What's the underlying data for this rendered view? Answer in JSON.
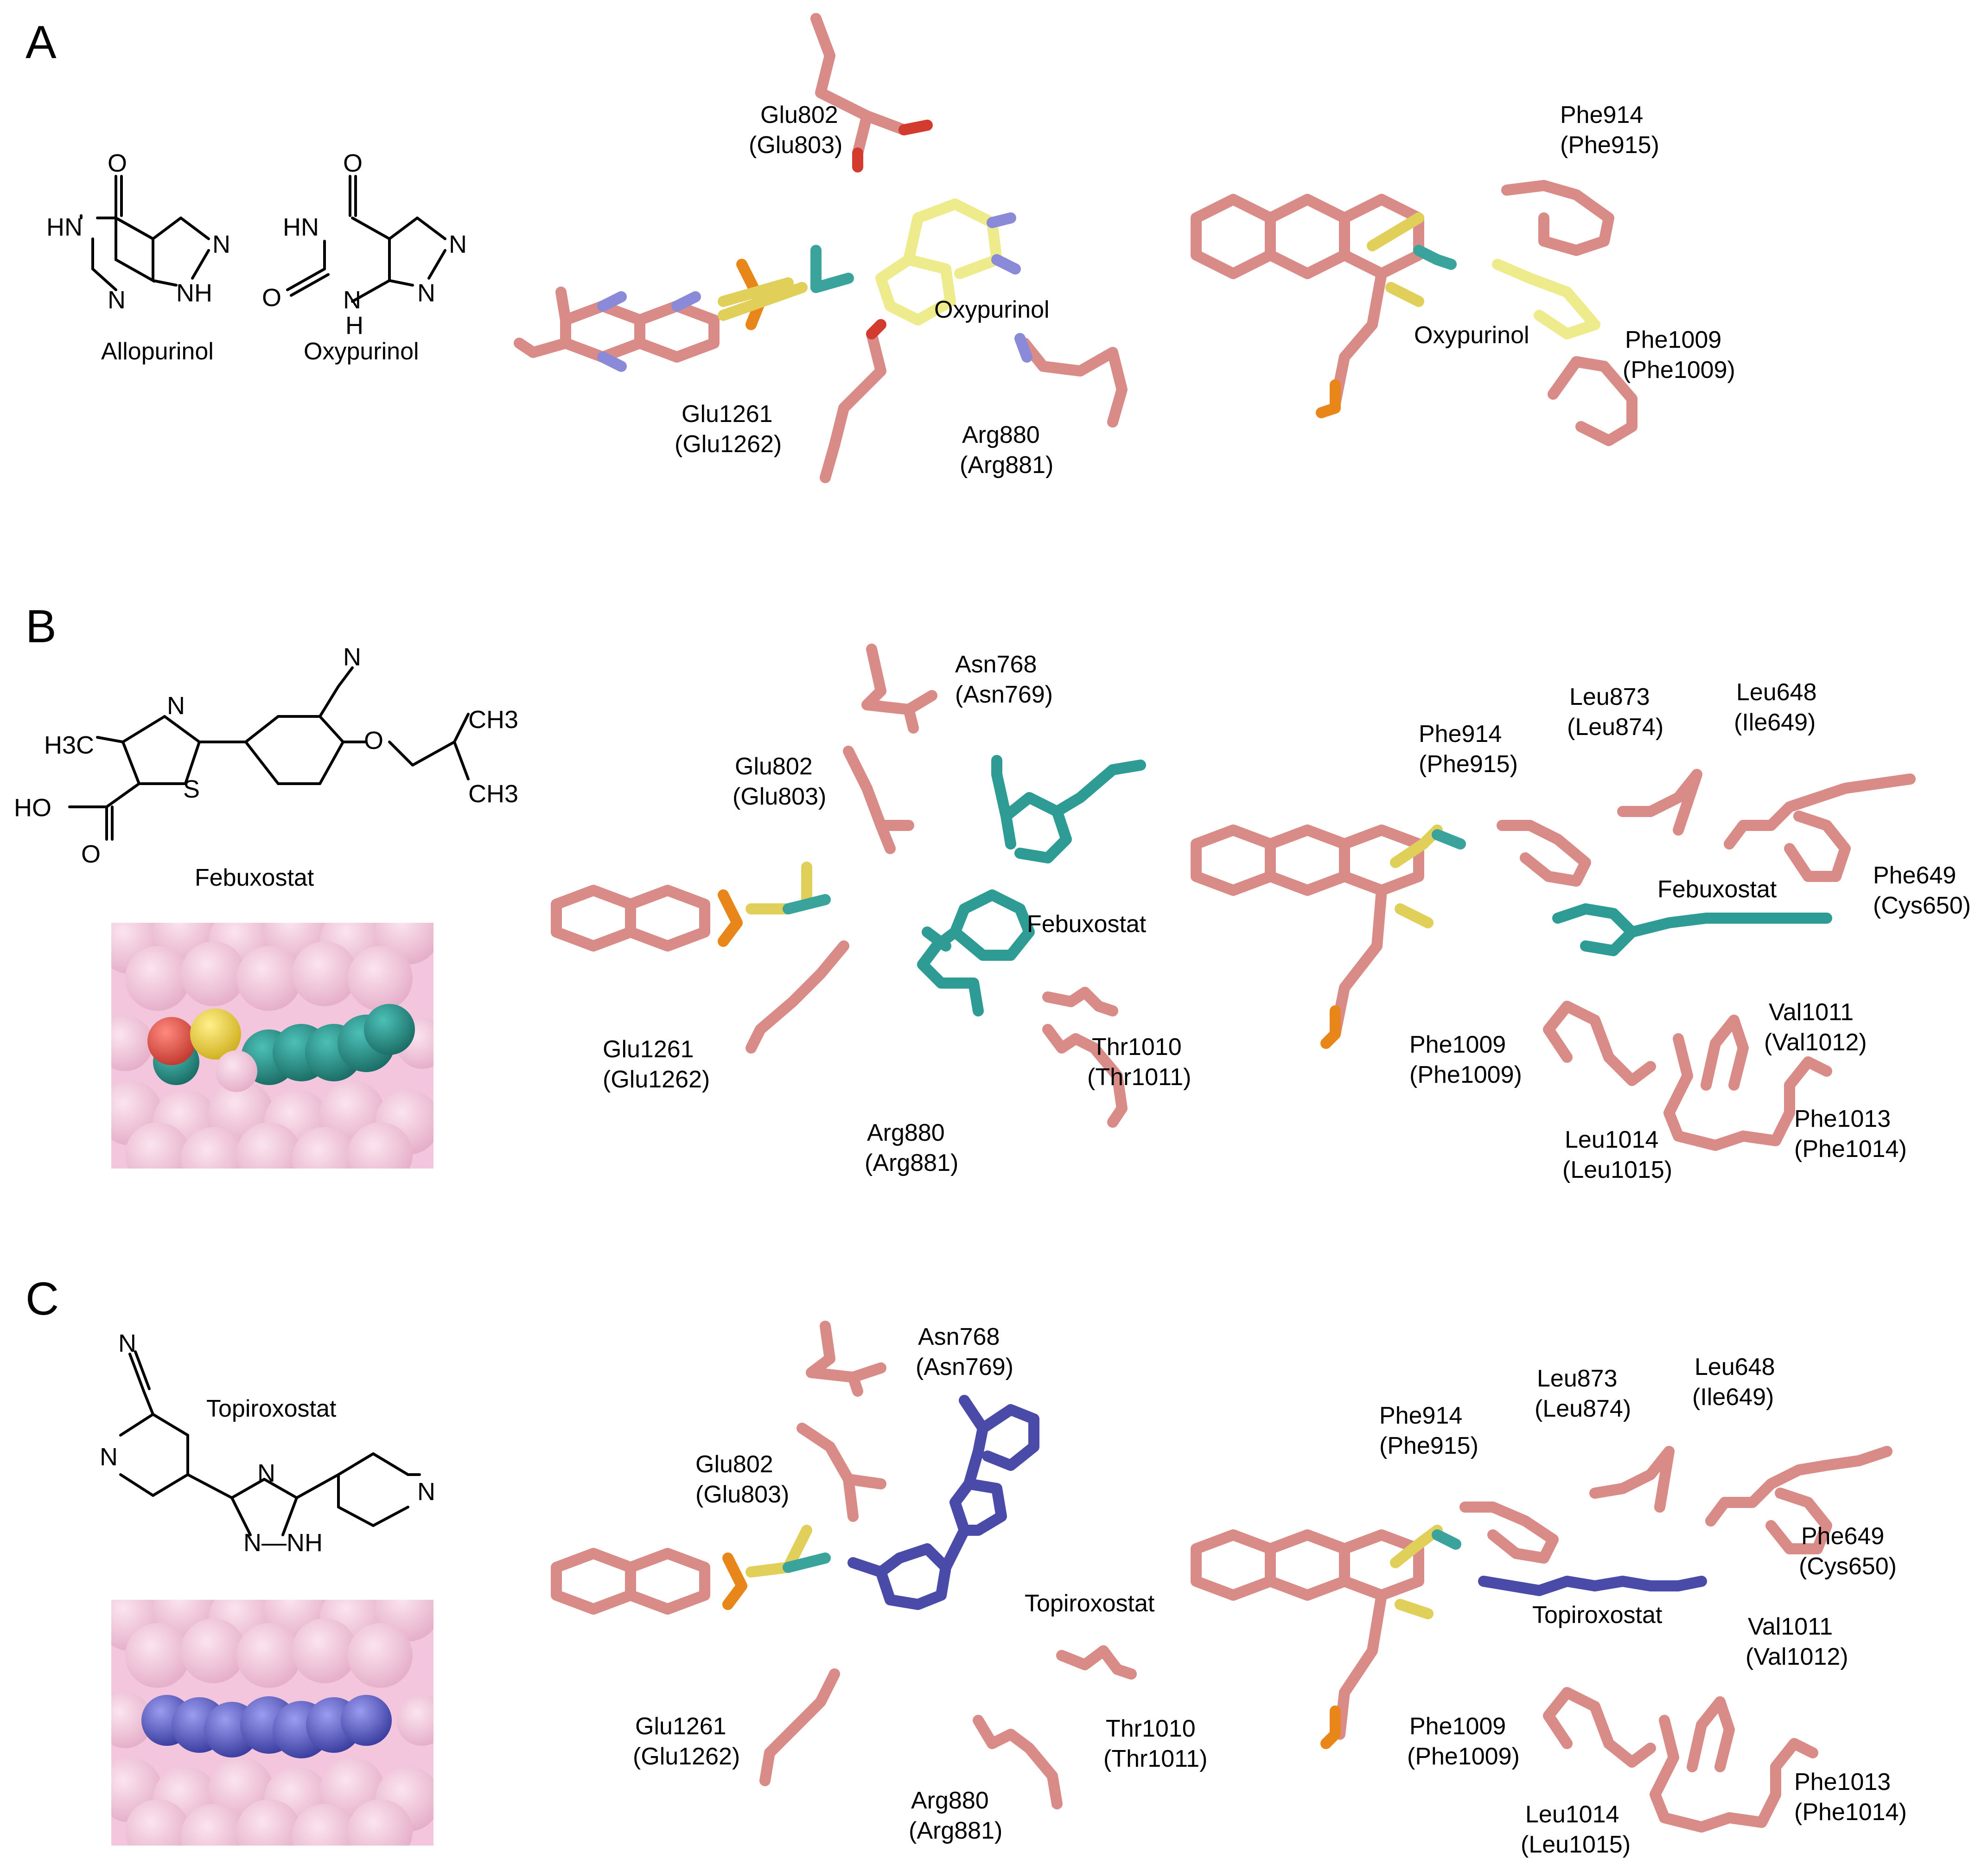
{
  "panels": [
    {
      "letter": "A",
      "compounds": [
        "Allopurinol",
        "Oxypurinol"
      ],
      "atoms": {
        "o": "O",
        "hn": "HN",
        "n": "N",
        "nh": "NH",
        "h": "H"
      },
      "left_view": {
        "ligand": "Oxypurinol",
        "residues": [
          {
            "name": "Glu802",
            "alt": "(Glu803)"
          },
          {
            "name": "Glu1261",
            "alt": "(Glu1262)"
          },
          {
            "name": "Arg880",
            "alt": "(Arg881)"
          }
        ]
      },
      "right_view": {
        "ligand": "Oxypurinol",
        "residues": [
          {
            "name": "Phe914",
            "alt": "(Phe915)"
          },
          {
            "name": "Phe1009",
            "alt": "(Phe1009)"
          }
        ]
      }
    },
    {
      "letter": "B",
      "compound": "Febuxostat",
      "atoms": {
        "h3c": "H3C",
        "ch3a": "CH3",
        "ch3b": "CH3",
        "n": "N",
        "s": "S",
        "o": "O",
        "ho": "HO",
        "o2": "O",
        "n2": "N"
      },
      "left_view": {
        "ligand": "Febuxostat",
        "residues": [
          {
            "name": "Asn768",
            "alt": "(Asn769)"
          },
          {
            "name": "Glu802",
            "alt": "(Glu803)"
          },
          {
            "name": "Glu1261",
            "alt": "(Glu1262)"
          },
          {
            "name": "Thr1010",
            "alt": "(Thr1011)"
          },
          {
            "name": "Arg880",
            "alt": "(Arg881)"
          }
        ]
      },
      "right_view": {
        "ligand": "Febuxostat",
        "residues": [
          {
            "name": "Phe914",
            "alt": "(Phe915)"
          },
          {
            "name": "Leu873",
            "alt": "(Leu874)"
          },
          {
            "name": "Leu648",
            "alt": "(Ile649)"
          },
          {
            "name": "Phe649",
            "alt": "(Cys650)"
          },
          {
            "name": "Val1011",
            "alt": "(Val1012)"
          },
          {
            "name": "Phe1009",
            "alt": "(Phe1009)"
          },
          {
            "name": "Phe1013",
            "alt": "(Phe1014)"
          },
          {
            "name": "Leu1014",
            "alt": "(Leu1015)"
          }
        ]
      }
    },
    {
      "letter": "C",
      "compound": "Topiroxostat",
      "atoms": {
        "n": "N",
        "n2": "N",
        "n3": "N",
        "n4": "N",
        "nh": "N—NH"
      },
      "left_view": {
        "ligand": "Topiroxostat",
        "residues": [
          {
            "name": "Asn768",
            "alt": "(Asn769)"
          },
          {
            "name": "Glu802",
            "alt": "(Glu803)"
          },
          {
            "name": "Glu1261",
            "alt": "(Glu1262)"
          },
          {
            "name": "Thr1010",
            "alt": "(Thr1011)"
          },
          {
            "name": "Arg880",
            "alt": "(Arg881)"
          }
        ]
      },
      "right_view": {
        "ligand": "Topiroxostat",
        "residues": [
          {
            "name": "Phe914",
            "alt": "(Phe915)"
          },
          {
            "name": "Leu873",
            "alt": "(Leu874)"
          },
          {
            "name": "Leu648",
            "alt": "(Ile649)"
          },
          {
            "name": "Phe649",
            "alt": "(Cys650)"
          },
          {
            "name": "Val1011",
            "alt": "(Val1012)"
          },
          {
            "name": "Phe1009",
            "alt": "(Phe1009)"
          },
          {
            "name": "Phe1013",
            "alt": "(Phe1014)"
          },
          {
            "name": "Leu1014",
            "alt": "(Leu1015)"
          }
        ]
      }
    }
  ],
  "colors": {
    "protein": "#d98b87",
    "nitrogen": "#8a8ad8",
    "oxygen": "#d23b2e",
    "sulfur": "#e0d05a",
    "phosphorus": "#e8861a",
    "molybdenum": "#3aa49c",
    "oxypurinol_carbon": "#eeeb8c",
    "febuxostat_carbon": "#2e9c94",
    "topiroxostat_carbon": "#4a4aa8",
    "surface_pink": "#f3c6de"
  }
}
